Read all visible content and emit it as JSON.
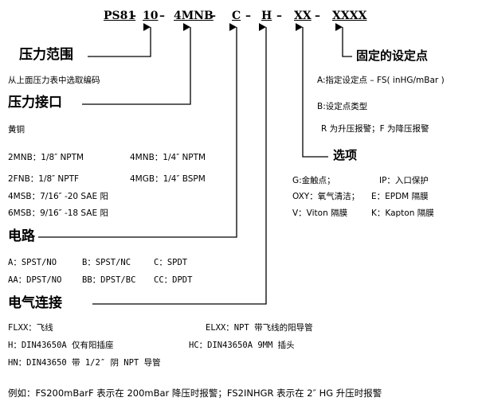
{
  "part_code": {
    "p1": "PS81",
    "d1": "–",
    "p2": "10",
    "d2": "–",
    "p3": "4MNB",
    "d3": "–",
    "p4": "C",
    "d4": "–",
    "p5": "H",
    "d5": "–",
    "p6": "XX",
    "d6": "–",
    "p7": "XXXX"
  },
  "pressure_range": {
    "title": "压力范围",
    "note": "从上面压力表中选取编码"
  },
  "pressure_port": {
    "title": "压力接口",
    "material": "黄铜",
    "rows": [
      [
        "2MNB：1/8″ NPTM",
        "4MNB：1/4″ NPTM"
      ],
      [
        "2FNB：1/8″ NPTF",
        "4MGB：1/4″ BSPM"
      ],
      [
        "4MSB：7/16″ -20 SAE 阳",
        ""
      ],
      [
        "6MSB：9/16″ -18 SAE 阳",
        ""
      ]
    ]
  },
  "circuit": {
    "title": "电路",
    "rows": [
      [
        "A：SPST/NO",
        "B：SPST/NC",
        "C：SPDT"
      ],
      [
        "AA：DPST/NO",
        "BB：DPST/BC",
        "CC：DPDT"
      ]
    ]
  },
  "electrical": {
    "title": "电气连接",
    "rows": [
      [
        "FLXX：飞线",
        "ELXX：NPT 带飞线的阳导管"
      ],
      [
        "H：DIN43650A 仅有阳插座",
        "HC：DIN43650A 9MM 插头"
      ],
      [
        "HN：DIN43650 带 1/2″ 阴 NPT 导管",
        ""
      ]
    ]
  },
  "set_point": {
    "title": "固定的设定点",
    "line_a": "A:指定设定点 – FS( inHG/mBar )",
    "line_b": "B:设定点类型",
    "line_c": "R 为升压报警；F 为降压报警"
  },
  "options": {
    "title": "选项",
    "rows": [
      [
        "G:金触点；",
        "IP：入口保护"
      ],
      [
        "OXY：氧气清洁；",
        "E：EPDM 隔膜"
      ],
      [
        "V：Viton 隔膜",
        "K：Kapton 隔膜"
      ]
    ]
  },
  "example": "例如：FS200mBarF 表示在 200mBar 降压时报警；FS2INHGR 表示在 2″ HG 升压时报警"
}
